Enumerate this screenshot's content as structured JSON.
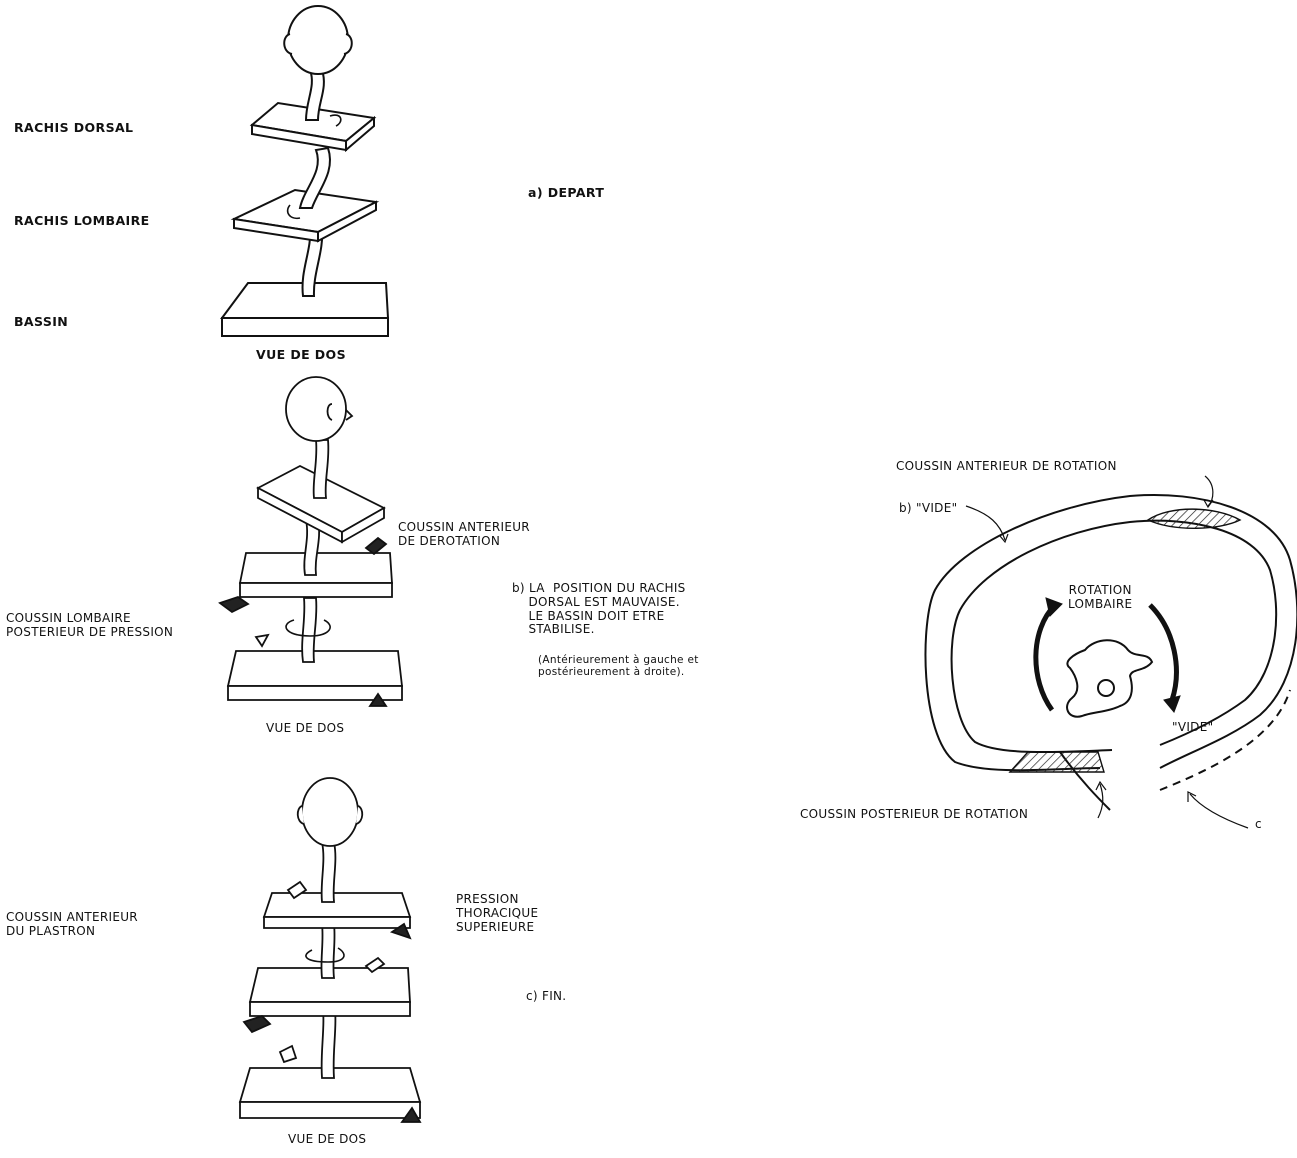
{
  "panel_a": {
    "label_dorsal": "RACHIS DORSAL",
    "label_lombaire": "RACHIS LOMBAIRE",
    "label_bassin": "BASSIN",
    "caption": "a) DEPART",
    "view_label": "VUE DE DOS"
  },
  "panel_b": {
    "label_cushin_anterior": "COUSSIN ANTERIEUR\nDE DEROTATION",
    "label_cushin_lombaire": "COUSSIN LOMBAIRE\nPOSTERIEUR DE PRESSION",
    "caption": "b) LA  POSITION DU RACHIS\n    DORSAL EST MAUVAISE.\n    LE BASSIN DOIT ETRE\n    STABILISE.",
    "caption_note": "(Antérieurement à gauche et\npostérieurement à droite).",
    "view_label": "VUE DE DOS"
  },
  "panel_c": {
    "label_coussin_plastron": "COUSSIN ANTERIEUR\nDU PLASTRON",
    "label_pression": "PRESSION\nTHORACIQUE\nSUPERIEURE",
    "caption": "c) FIN.",
    "view_label": "VUE DE DOS"
  },
  "cross_section": {
    "label_top": "COUSSIN ANTERIEUR DE ROTATION",
    "label_vide_b": "b) \"VIDE\"",
    "label_rotation": "ROTATION\nLOMBAIRE",
    "label_vide_inner": "\"VIDE\"",
    "label_bottom": "COUSSIN POSTERIEUR DE ROTATION",
    "label_c": "c"
  }
}
